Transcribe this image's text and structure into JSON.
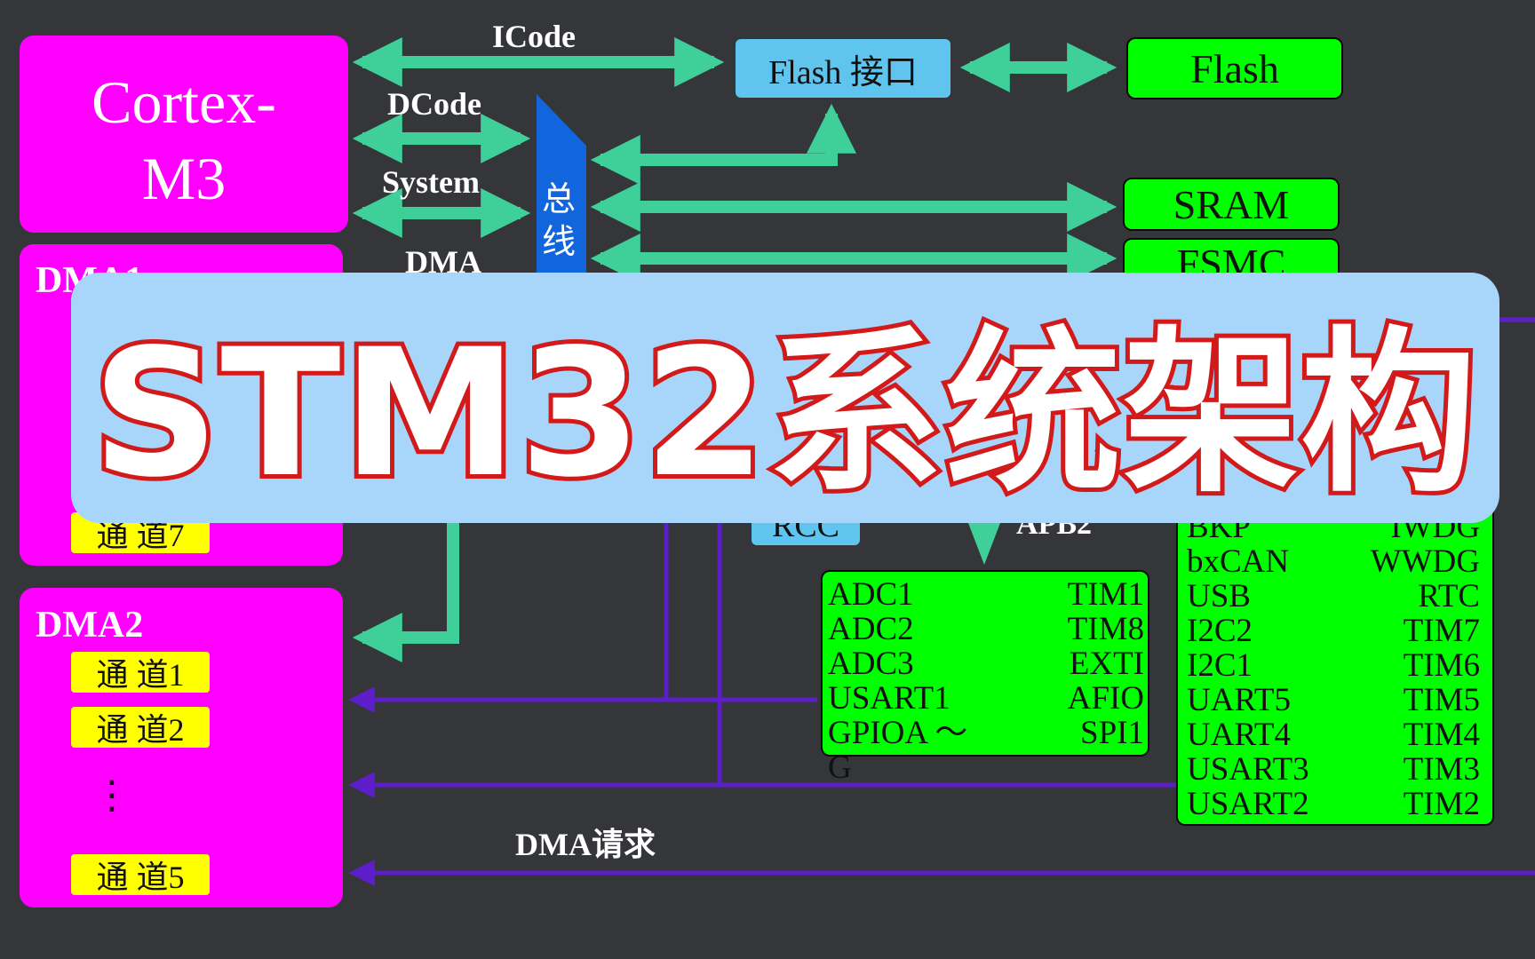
{
  "colors": {
    "background": "#34363a",
    "cpu_dma_block": "#ff00ff",
    "memory_periph_block": "#00ff00",
    "interface_block": "#5fc4ee",
    "bus_arrow": "#3fcf99",
    "bus_matrix": "#1166dd",
    "request_line": "#5d1ec9",
    "channel_box": "#ffff00",
    "title_banner": "#a8d5fa",
    "title_outline": "#d21a1a"
  },
  "cpu": {
    "line1": "Cortex-",
    "line2": "M3"
  },
  "bus_labels": {
    "icode": "ICode",
    "dcode": "DCode",
    "system": "System",
    "dma": "DMA",
    "apb2": "APB2",
    "dma_request": "DMA请求"
  },
  "bus_matrix": {
    "line1": "总",
    "line2": "线"
  },
  "memory": {
    "flash_interface": "Flash 接口",
    "flash": "Flash",
    "sram": "SRAM",
    "fsmc": "FSMC",
    "rcc": "RCC"
  },
  "dma1": {
    "title": "DMA1",
    "channels": [
      "通 道7"
    ]
  },
  "dma2": {
    "title": "DMA2",
    "channels": [
      "通 道1",
      "通 道2",
      "通 道5"
    ],
    "ellipsis": "⋮"
  },
  "apb2_peripherals": {
    "left": [
      "ADC1",
      "ADC2",
      "ADC3",
      "USART1",
      "GPIOA ～ G"
    ],
    "right": [
      "TIM1",
      "TIM8",
      "EXTI",
      "AFIO",
      "SPI1"
    ]
  },
  "apb1_peripherals": {
    "left": [
      "BKP",
      "bxCAN",
      "USB",
      "I2C2",
      "I2C1",
      "UART5",
      "UART4",
      "USART3",
      "USART2"
    ],
    "right": [
      "IWDG",
      "WWDG",
      "RTC",
      "TIM7",
      "TIM6",
      "TIM5",
      "TIM4",
      "TIM3",
      "TIM2"
    ]
  },
  "title": "STM32系统架构"
}
